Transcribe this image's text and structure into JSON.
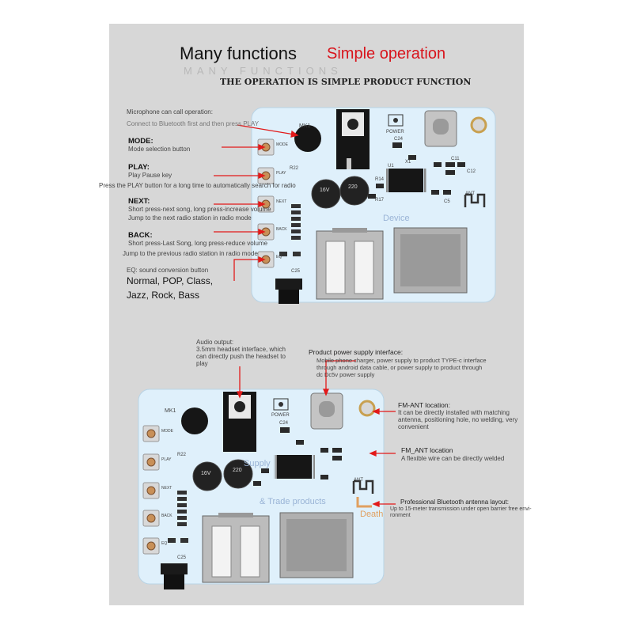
{
  "heading": {
    "main": "Many functions",
    "accent": "Simple operation",
    "ghost": "MANY FUNCTIONS",
    "subtitle": "THE OPERATION IS SIMPLE PRODUCT FUNCTION"
  },
  "top_callouts": {
    "microphone": {
      "title": "Microphone can call operation:",
      "desc": "Connect to Bluetooth first and then press PLAY"
    },
    "mode": {
      "title": "MODE:",
      "desc": "Mode selection button"
    },
    "play": {
      "title": "PLAY:",
      "desc1": "Play Pause key",
      "desc2": "Press the PLAY button for a long time to automatically search for radio"
    },
    "next": {
      "title": "NEXT:",
      "desc1": "Short press-next song, long press-increase volume",
      "desc2": "Jump to the next radio station in radio mode"
    },
    "back": {
      "title": "BACK:",
      "desc1": "Short press-Last Song, long press-reduce volume",
      "desc2": "Jump to the previous radio station in radio mode"
    },
    "eq": {
      "desc": "EQ: sound conversion button",
      "line1": "Normal, POP, Class,",
      "line2": "Jazz, Rock, Bass"
    }
  },
  "bottom_callouts": {
    "audio": {
      "title": "Audio output:",
      "desc1": "3.5mm headset interface, which",
      "desc2": "can directly push the headset to",
      "desc3": "play"
    },
    "power": {
      "title": "Product power supply interface:",
      "desc1": "Mobile phone charger, power supply to product TYPE-c interface",
      "desc2": "through android data cable, or power supply to product through",
      "desc3": "dc Dc5v power supply"
    },
    "fm_ant_loc": {
      "title": "FM-ANT location:",
      "desc1": "It can be directly installed with matching",
      "desc2": "antenna, positioning hole, no welding, very",
      "desc3": "convenient"
    },
    "fm_ant": {
      "title": "FM_ANT location",
      "desc": "A flexible wire can be directly welded"
    },
    "bt_ant": {
      "title": "Professional Bluetooth antenna layout:",
      "desc1": "Up to 15-meter transmission under open barrier free envi-",
      "desc2": "ronment"
    }
  },
  "board_labels": {
    "mic": "MK1",
    "power": "POWER",
    "ant": "ANT",
    "cap": "16V",
    "cap_value": "220",
    "buttons": [
      "MODE",
      "PLAY",
      "NEXT",
      "BACK",
      "EQ"
    ],
    "u1": "U1",
    "r22": "R22",
    "c24": "C24",
    "c25": "C25",
    "x1": "X1",
    "r14": "R14",
    "r17": "R17",
    "c5": "C5",
    "c12": "C12",
    "c11": "C11"
  },
  "watermarks": {
    "device": "Device",
    "supply": "Supply",
    "trade": "& Trade products",
    "death": "Death"
  },
  "colors": {
    "panel": "#d7d7d7",
    "board": "#dff0fb",
    "accent_red": "#d8141c",
    "leader_red": "#e21a1a"
  }
}
